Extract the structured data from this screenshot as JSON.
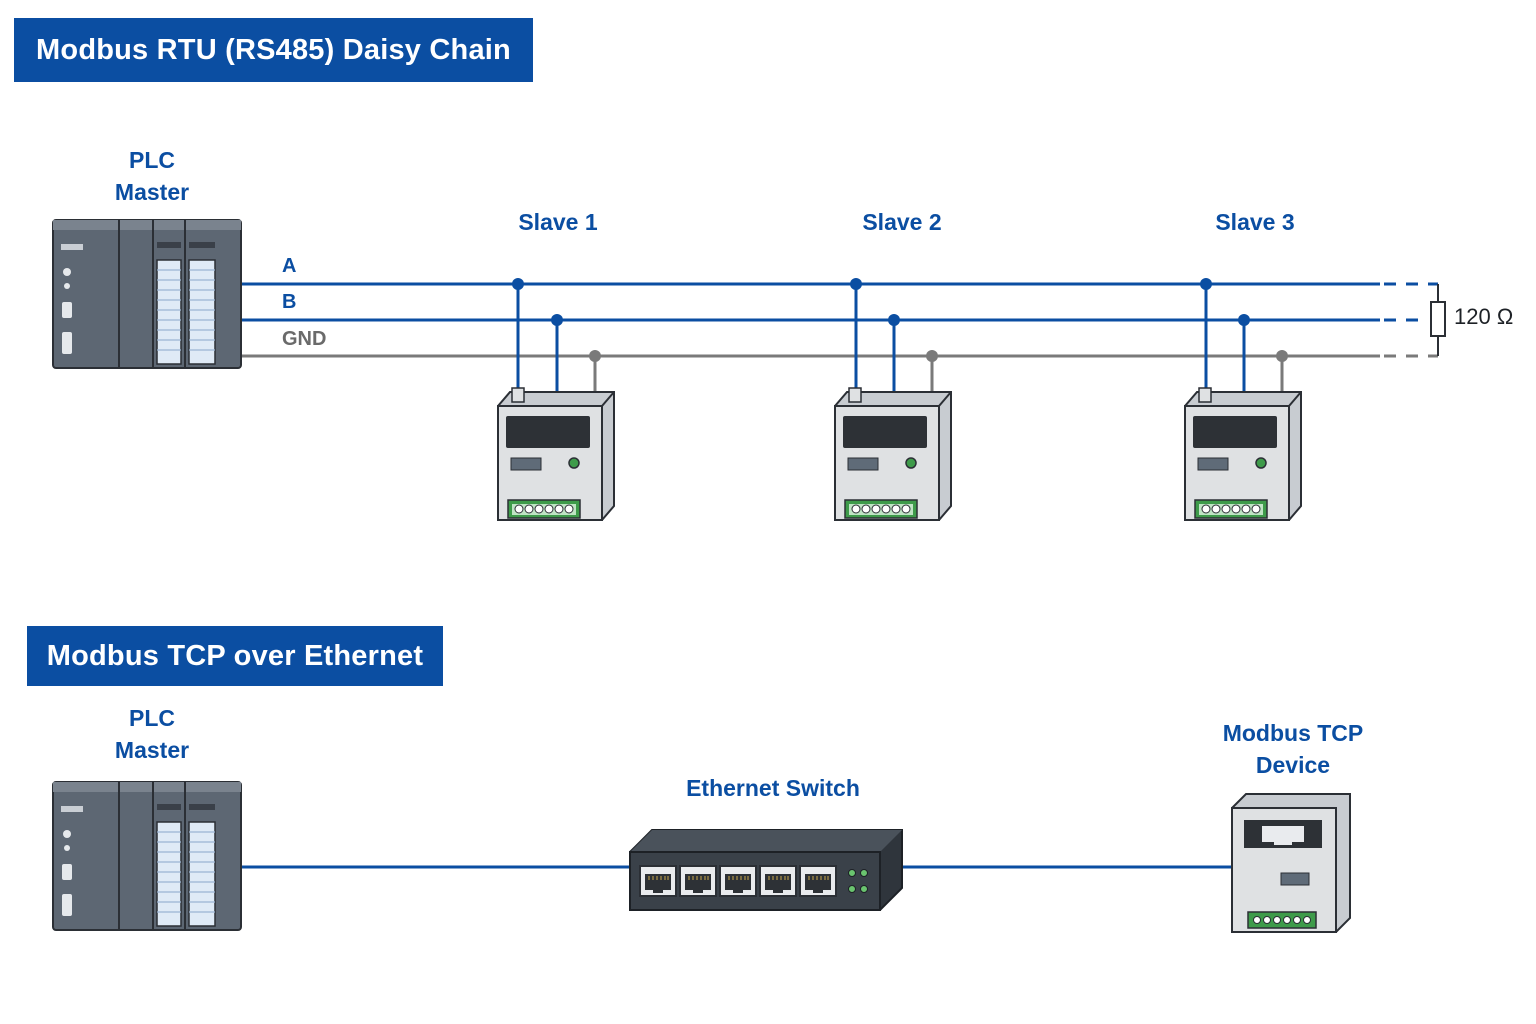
{
  "rtu_section": {
    "title": "Modbus RTU (RS485) Daisy Chain",
    "master_label_line1": "PLC",
    "master_label_line2": "Master",
    "wires": {
      "a": "A",
      "b": "B",
      "gnd": "GND"
    },
    "slaves": [
      "Slave 1",
      "Slave 2",
      "Slave 3"
    ],
    "terminator_label": "120 Ω"
  },
  "tcp_section": {
    "title": "Modbus TCP over Ethernet",
    "master_label_line1": "PLC",
    "master_label_line2": "Master",
    "switch_label": "Ethernet Switch",
    "device_label_line1": "Modbus TCP",
    "device_label_line2": "Device"
  },
  "colors": {
    "accent": "#0b4ea2",
    "wire_blue": "#0b4ea2",
    "wire_gnd": "#7a7a7a",
    "device_gray": "#dfe1e3",
    "plc_dark": "#5b6571",
    "terminal_green": "#3e9b4a"
  }
}
